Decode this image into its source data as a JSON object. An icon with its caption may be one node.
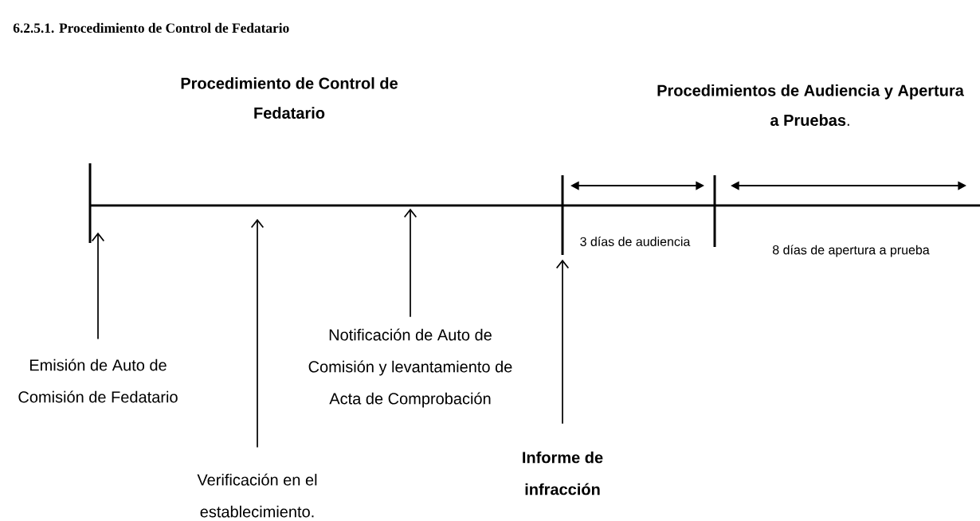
{
  "diagram": {
    "title": "6.2.5.1. Procedimiento de Control de Fedatario",
    "nodes": [
      {
        "text": [],
        "shape": "bar"
      },
      {
        "text": [
          "Emisión de Auto de Comisión de Fedatario"
        ]
      },
      {
        "text": [
          "Verificación en el establecimiento."
        ]
      },
      {
        "text": [
          "Notificación de Auto de Comisión y levantamiento de Acta de Comprobación"
        ]
      },
      {
        "text": [
          "Informe de infracción"
        ]
      }
    ],
    "edges": [
      {
        "from": 1,
        "to": 0,
        "arrow": "to"
      },
      {
        "from": 2,
        "to": 0,
        "arrow": "to"
      },
      {
        "from": 3,
        "to": 0,
        "arrow": "to"
      },
      {
        "from": 4,
        "to": 0,
        "arrow": "to"
      }
    ],
    "labels": [
      "Procedimiento de Control de Fedatario",
      "**Procedimientos de Audiencia y Apertura a Pruebas**.",
      "3 días de audiencia",
      "8 días de apertura a prueba"
    ]
  }
}
